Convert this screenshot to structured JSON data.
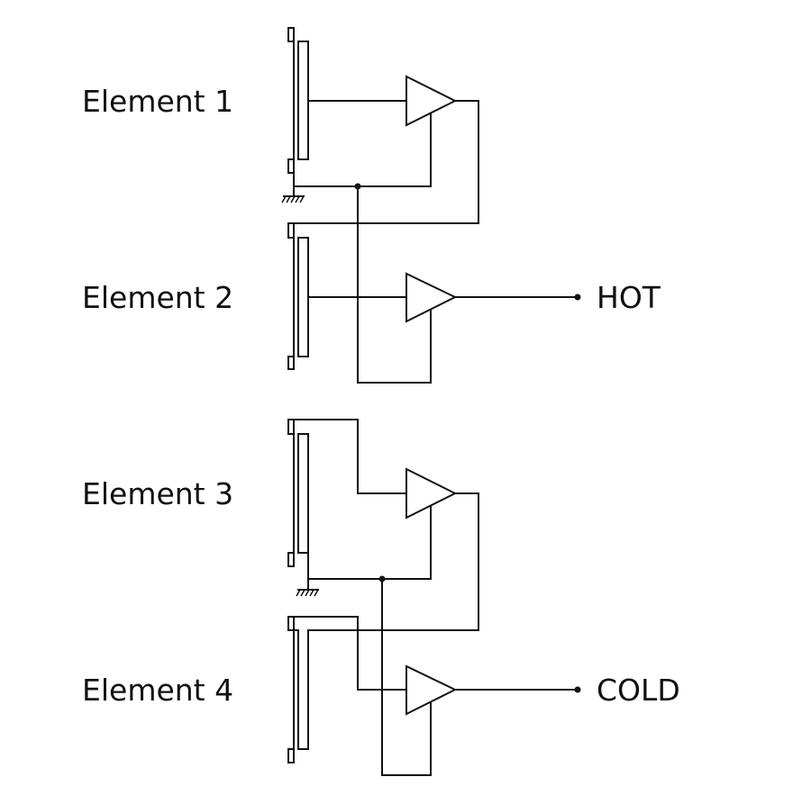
{
  "diagram": {
    "elements": [
      {
        "id": "element-1",
        "label": "Element 1"
      },
      {
        "id": "element-2",
        "label": "Element 2"
      },
      {
        "id": "element-3",
        "label": "Element 3"
      },
      {
        "id": "element-4",
        "label": "Element 4"
      }
    ],
    "outputs": [
      {
        "id": "hot",
        "label": "HOT",
        "source": "element-2"
      },
      {
        "id": "cold",
        "label": "COLD",
        "source": "element-4"
      }
    ],
    "colors": {
      "line": "#111111",
      "background": "#ffffff"
    }
  }
}
